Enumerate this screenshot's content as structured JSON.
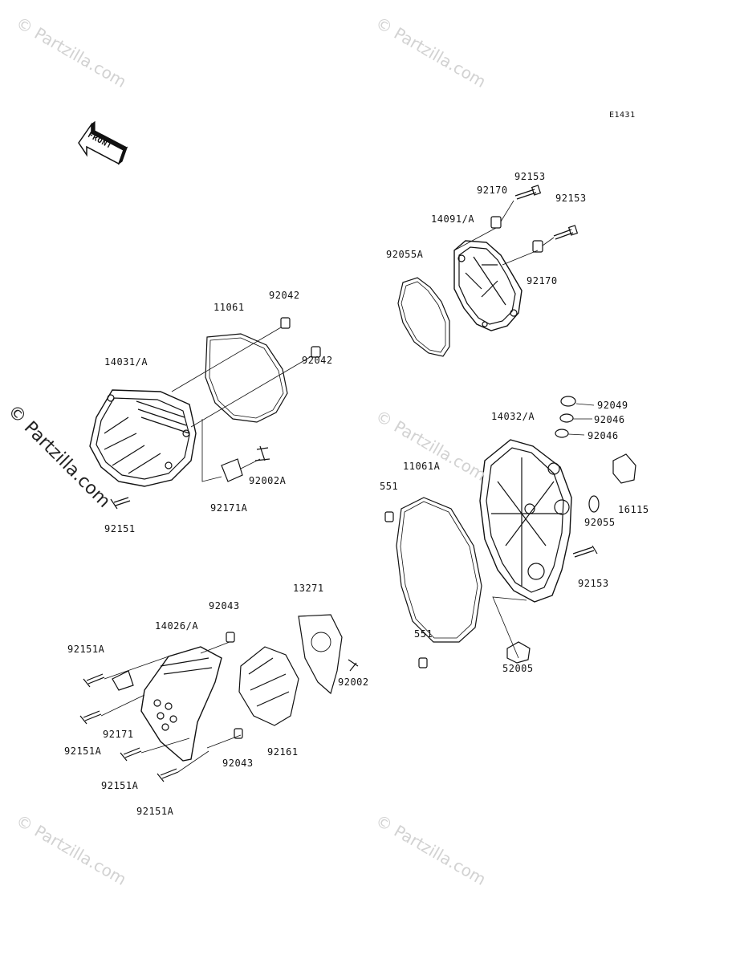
{
  "diagram_code": "E1431",
  "front_arrow_text": "FRONT",
  "watermark": "© Partzilla.com",
  "labels": {
    "p92153_top": "92153",
    "p92170_top": "92170",
    "p92153_right": "92153",
    "p14091A": "14091/A",
    "p92055A": "92055A",
    "p92170_right": "92170",
    "p92042_top": "92042",
    "p11061": "11061",
    "p92042_right": "92042",
    "p14031A": "14031/A",
    "p92002A": "92002A",
    "p92171A": "92171A",
    "p92151": "92151",
    "p92049": "92049",
    "p92046_a": "92046",
    "p92046_b": "92046",
    "p14032A": "14032/A",
    "p11061A": "11061A",
    "p551_top": "551",
    "p16115": "16115",
    "p92055": "92055",
    "p92153_mid": "92153",
    "p551_bottom": "551",
    "p52005": "52005",
    "p13271": "13271",
    "p92043_top": "92043",
    "p14026A": "14026/A",
    "p92151A_1": "92151A",
    "p92002": "92002",
    "p92171": "92171",
    "p92151A_2": "92151A",
    "p92161": "92161",
    "p92043_bottom": "92043",
    "p92151A_3": "92151A",
    "p92151A_4": "92151A"
  }
}
